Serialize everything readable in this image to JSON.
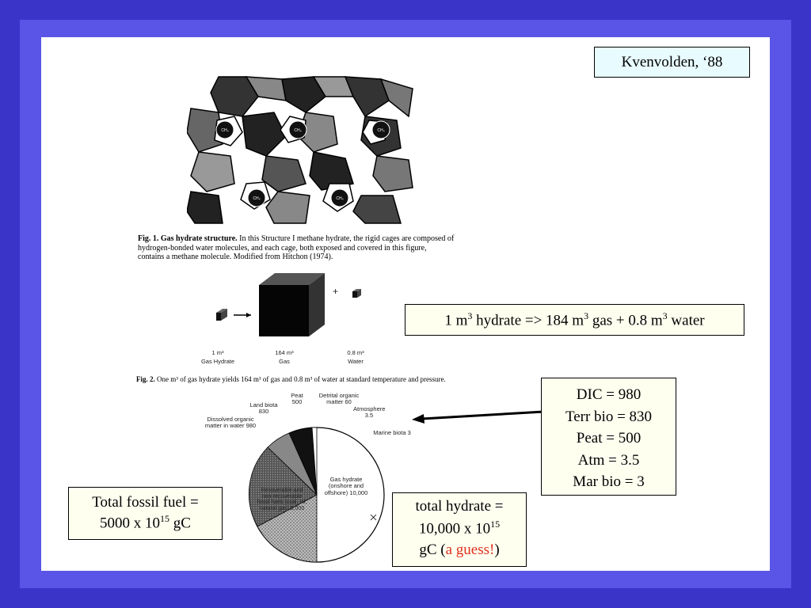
{
  "citation": "Kvenvolden, ‘88",
  "fig1": {
    "cage_label": "CH₄",
    "caption_bold": "Fig. 1.  Gas hydrate structure.",
    "caption_rest": "In this Structure I methane hydrate, the rigid cages are composed of hydrogen-bonded water molecules, and each cage, both exposed and covered in this figure, contains a methane molecule. Modified from Hitchon (1974)."
  },
  "fig2": {
    "plus": "+",
    "label_hydrate_vol": "1 m³",
    "label_hydrate": "Gas Hydrate",
    "label_gas_vol": "164 m³",
    "label_gas": "Gas",
    "label_water_vol": "0.8 m³",
    "label_water": "Water",
    "caption_bold": "Fig. 2.",
    "caption_rest": "One m³ of gas hydrate yields 164 m³ of gas and 0.8 m³ of water at standard temperature and pressure."
  },
  "conversion": {
    "p1": "1 m",
    "s1": "3",
    "p2": " hydrate => 184 m",
    "s2": "3",
    "p3": " gas + 0.8 m",
    "s3": "3",
    "p4": " water"
  },
  "pie": {
    "dissolved": "Dissolved organic matter in water 980",
    "land": "Land biota 830",
    "peat": "Peat 500",
    "detrital": "Detrital organic matter 60",
    "atmosphere": "Atmosphere 3.5",
    "marine": "Marine biota 3",
    "fossil": "Recoverable and non-recoverable fossil fuels (coal, oil, natural gas) 5,000",
    "gas_hydrate": "Gas hydrate (onshore and offshore) 10,000"
  },
  "budget": {
    "lines": [
      "DIC = 980",
      "Terr bio = 830",
      "Peat = 500",
      "Atm = 3.5",
      "Mar bio = 3"
    ]
  },
  "fossil_box": {
    "line1": "Total fossil fuel =",
    "l2a": "5000 x 10",
    "l2sup": "15",
    "l2b": " gC"
  },
  "hydrate_box": {
    "line1": "total hydrate =",
    "l2a": "10,000 x 10",
    "l2sup": "15",
    "l3a": "gC (",
    "guess": "a guess!",
    "l3b": ")",
    "guess_color": "#e0301e"
  },
  "colors": {
    "background": "#3a35c8",
    "frame": "#5a55e6",
    "box_cyan": "#e8fbff",
    "box_cream": "#fffff0"
  }
}
